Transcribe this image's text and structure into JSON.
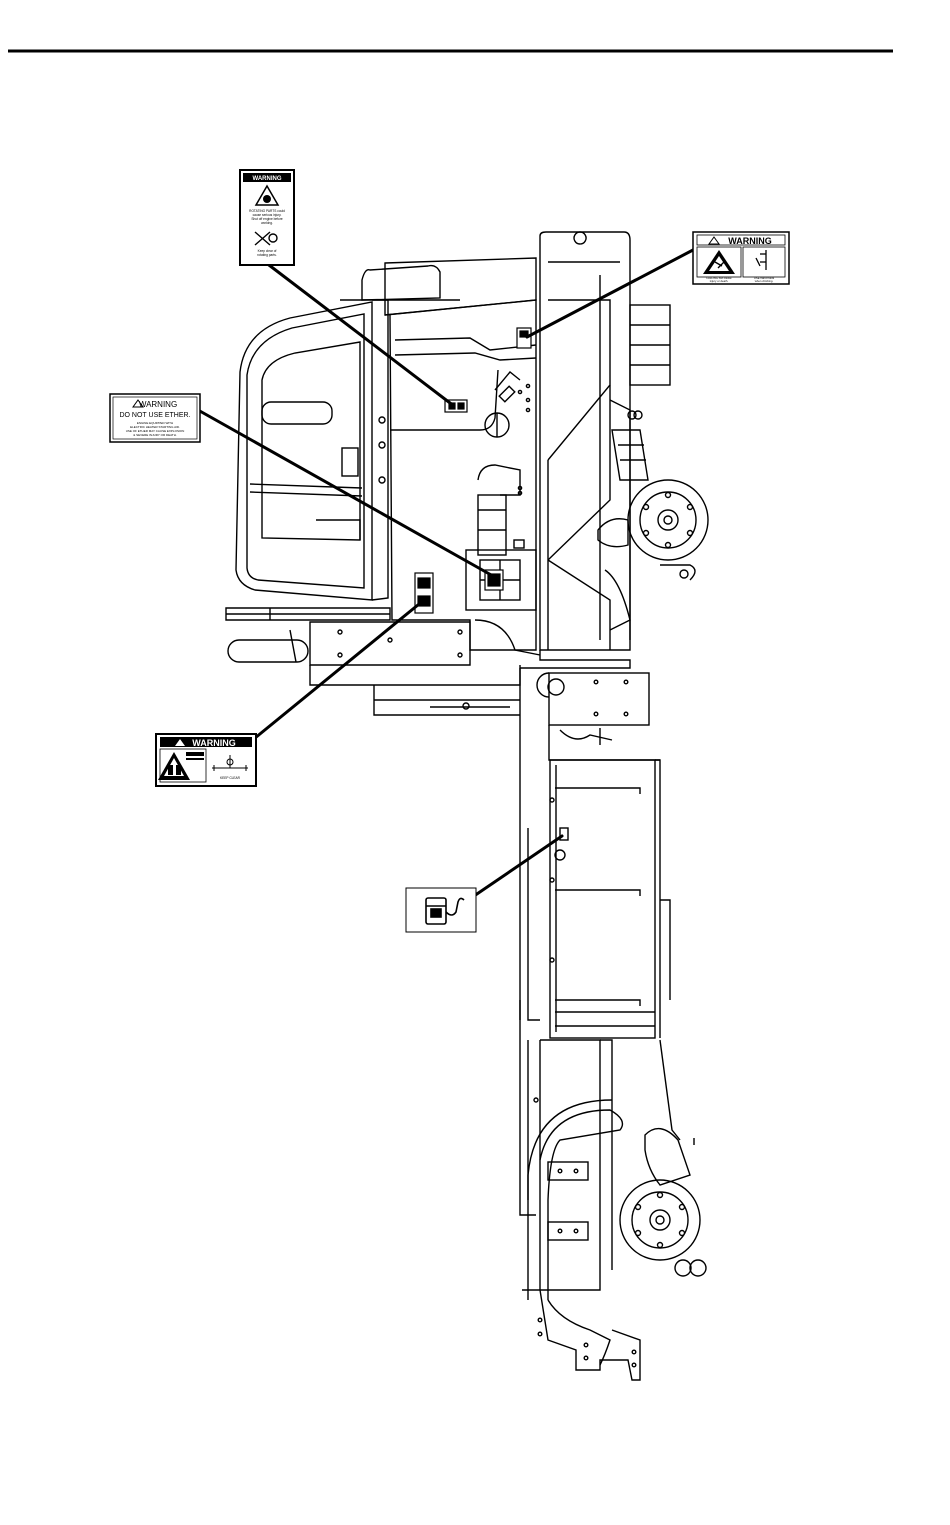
{
  "decals": {
    "rotating_parts": {
      "header": "WARNING",
      "line1": "ROTATING PARTS could",
      "line2": "cause serious injury.",
      "line3": "Shut off engine before",
      "line4": "working.",
      "line5": "Keep clear of",
      "line6": "rotating parts."
    },
    "entry": {
      "header": "WARNING",
      "caption1": "FALLING can cause",
      "caption2": "injury or death.",
      "caption3": "USE hand holds",
      "caption4": "when climbing."
    },
    "ether": {
      "header": "WARNING",
      "title": "DO NOT USE ETHER.",
      "line1": "ENGINE EQUIPPED WITH",
      "line2": "ELECTRIC HEATER STARTING AID.",
      "line3": "USE OF ETHER MAY CAUSE EXPLOSION",
      "line4": "& SEVERE INJURY OR DEATH."
    },
    "hitch": {
      "header": "WARNING",
      "caption": "KEEP CLEAR"
    },
    "fuel": {
      "icon": "fuel-pump-icon"
    }
  },
  "colors": {
    "line": "#000000",
    "background": "#ffffff"
  }
}
